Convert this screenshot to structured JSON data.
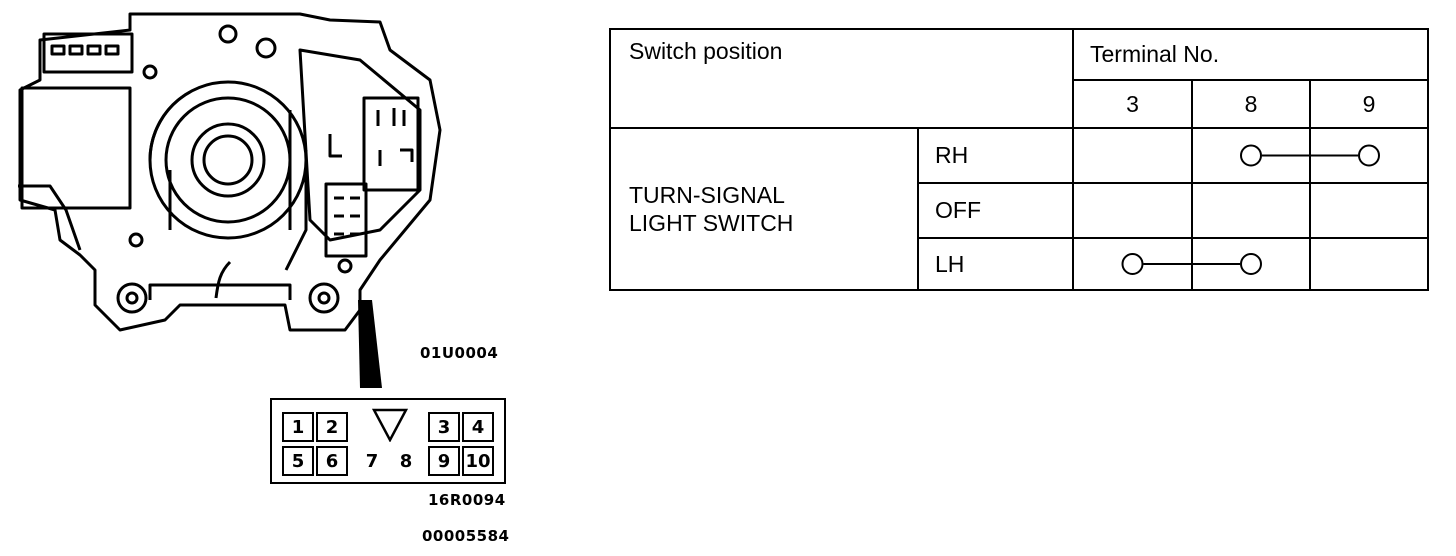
{
  "figure": {
    "codes": {
      "switch_drawing": "01U0004",
      "connector_drawing": "16R0094",
      "figure_id": "00005584"
    },
    "connector": {
      "top_row": [
        "1",
        "2",
        "",
        "3",
        "4"
      ],
      "bottom_row": [
        "5",
        "6",
        "7",
        "8",
        "9",
        "10"
      ]
    }
  },
  "table": {
    "header": {
      "switch_position": "Switch position",
      "terminal_no": "Terminal No.",
      "terminals": [
        "3",
        "8",
        "9"
      ]
    },
    "switch_name_line1": "TURN-SIGNAL",
    "switch_name_line2": "LIGHT SWITCH",
    "rows": [
      {
        "position": "RH",
        "connected": [
          "8",
          "9"
        ]
      },
      {
        "position": "OFF",
        "connected": []
      },
      {
        "position": "LH",
        "connected": [
          "3",
          "8"
        ]
      }
    ]
  }
}
